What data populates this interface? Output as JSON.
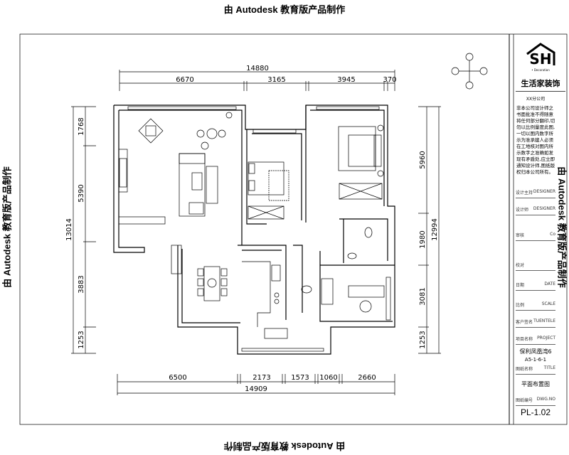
{
  "watermark": "由 Autodesk 教育版产品制作",
  "dimensions": {
    "top_total": "14880",
    "top_segments": [
      "6670",
      "3165",
      "3945",
      "370"
    ],
    "bottom_total": "14909",
    "bottom_segments": [
      "6500",
      "2173",
      "1573",
      "1060",
      "2660"
    ],
    "left_total": "13014",
    "left_segments": [
      "1768",
      "5390",
      "3883",
      "1253"
    ],
    "right_total": "12994",
    "right_segments": [
      "5960",
      "1980",
      "3081",
      "1253"
    ]
  },
  "title_block": {
    "logo_letters": "SH",
    "logo_sub": "• Decoration",
    "company": "生活家装饰",
    "branch": "XX分公司",
    "notice": "非本公司设计师之书面批准不得随意将任何部分翻印,切勿以比例量度此图,一切以图内数字所示为准承建人必须在工地核对图内所示数字之准确如发现有矛盾处,应立即通知设计师,图纸版权归本公司所有。",
    "fields": [
      {
        "cn": "设计主持",
        "en": "DESIGNER"
      },
      {
        "cn": "设计师",
        "en": "DESIGNER"
      },
      {
        "cn": "审核",
        "en": "Co"
      },
      {
        "cn": "校对",
        "en": ""
      },
      {
        "cn": "日期",
        "en": "DATE"
      },
      {
        "cn": "比例",
        "en": "SCALE"
      },
      {
        "cn": "客户签名",
        "en": "TUENTELE"
      },
      {
        "cn": "项目名称",
        "en": "PROJECT"
      }
    ],
    "project_name": "保利凤凰湾6",
    "project_unit": "A5-1-6-1",
    "title_field": {
      "cn": "图纸名称",
      "en": "TITLE"
    },
    "drawing_title": "平面布置图",
    "dwg_field": {
      "cn": "图纸编号",
      "en": "DWG.NO"
    },
    "drawing_number": "PL-1.02"
  }
}
